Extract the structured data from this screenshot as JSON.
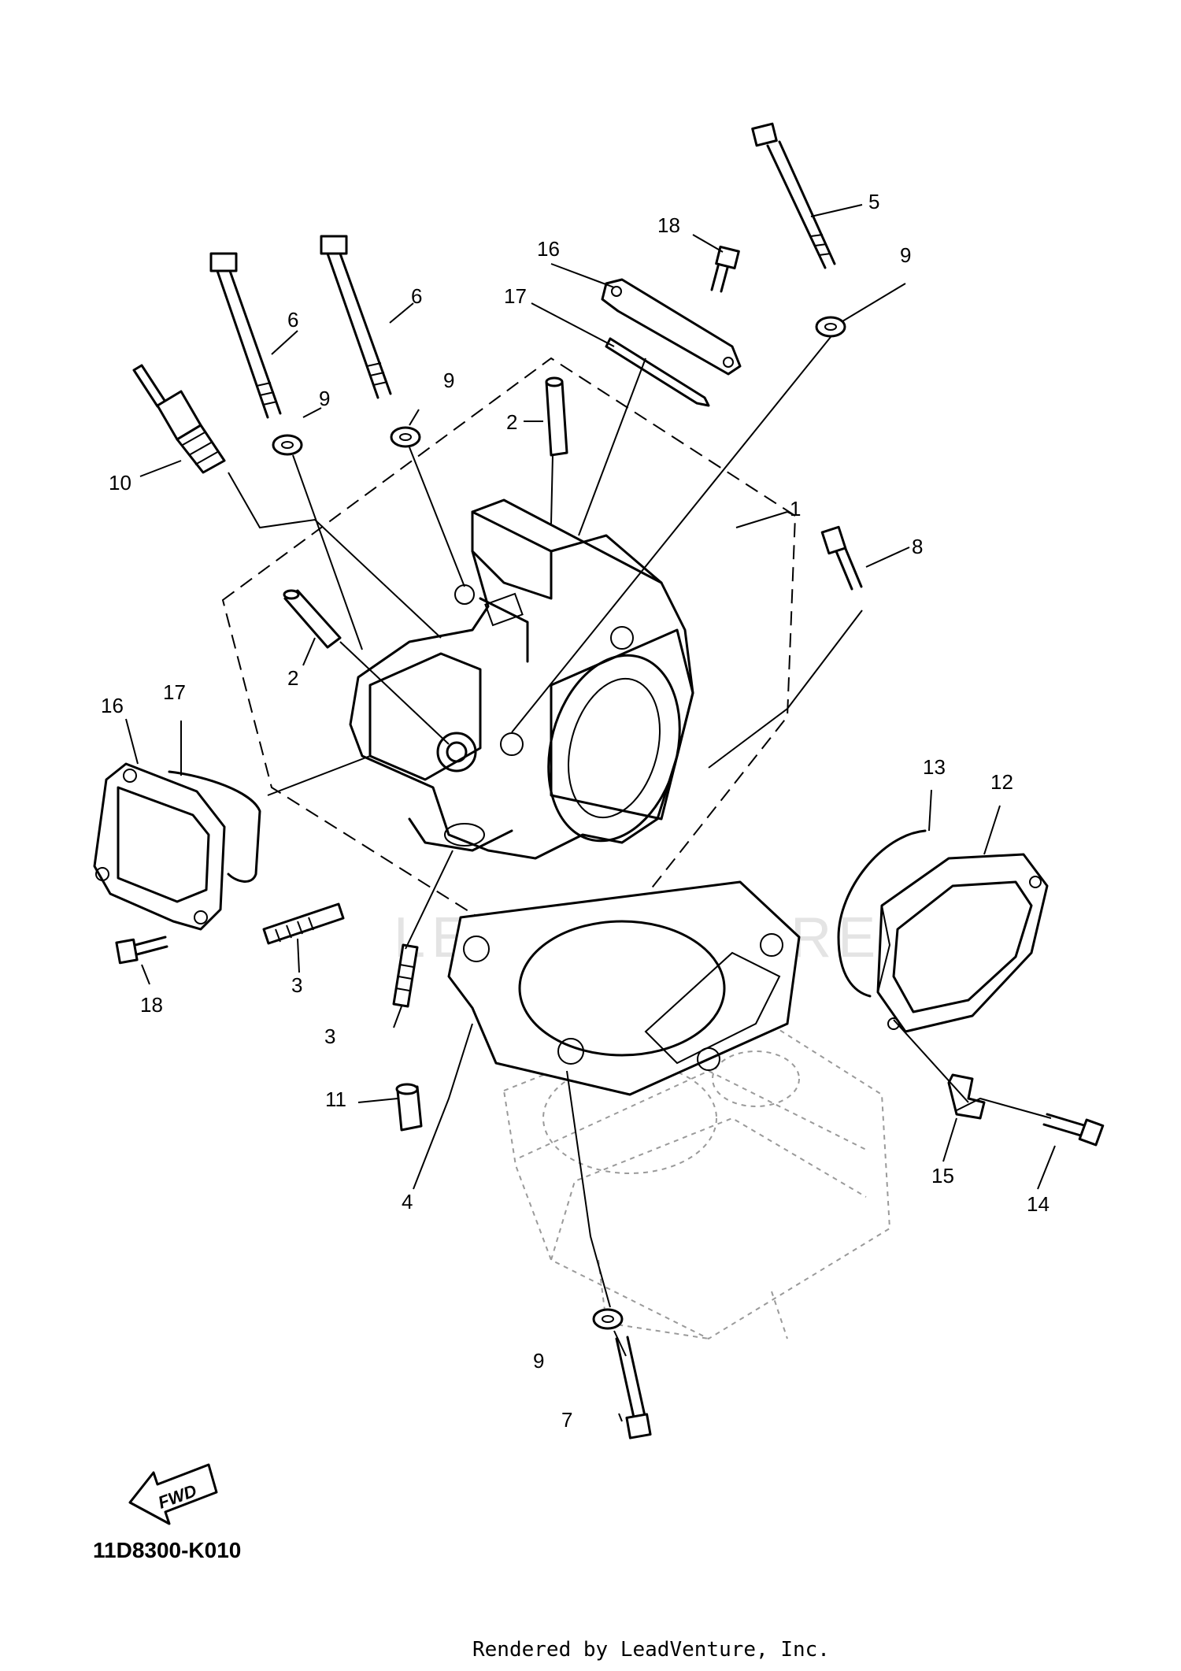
{
  "diagram": {
    "code": "11D8300-K010",
    "credit": "Rendered by LeadVenture, Inc.",
    "watermark": "LEADVENTURE",
    "fwd_label": "FWD",
    "callouts": [
      {
        "id": "c1",
        "label": "1"
      },
      {
        "id": "c2a",
        "label": "2"
      },
      {
        "id": "c2b",
        "label": "2"
      },
      {
        "id": "c3a",
        "label": "3"
      },
      {
        "id": "c3b",
        "label": "3"
      },
      {
        "id": "c4",
        "label": "4"
      },
      {
        "id": "c5",
        "label": "5"
      },
      {
        "id": "c6a",
        "label": "6"
      },
      {
        "id": "c6b",
        "label": "6"
      },
      {
        "id": "c7",
        "label": "7"
      },
      {
        "id": "c8",
        "label": "8"
      },
      {
        "id": "c9a",
        "label": "9"
      },
      {
        "id": "c9b",
        "label": "9"
      },
      {
        "id": "c9c",
        "label": "9"
      },
      {
        "id": "c9d",
        "label": "9"
      },
      {
        "id": "c10",
        "label": "10"
      },
      {
        "id": "c11",
        "label": "11"
      },
      {
        "id": "c12",
        "label": "12"
      },
      {
        "id": "c13",
        "label": "13"
      },
      {
        "id": "c14",
        "label": "14"
      },
      {
        "id": "c15",
        "label": "15"
      },
      {
        "id": "c16a",
        "label": "16"
      },
      {
        "id": "c16b",
        "label": "16"
      },
      {
        "id": "c17a",
        "label": "17"
      },
      {
        "id": "c17b",
        "label": "17"
      },
      {
        "id": "c18a",
        "label": "18"
      },
      {
        "id": "c18b",
        "label": "18"
      }
    ]
  }
}
